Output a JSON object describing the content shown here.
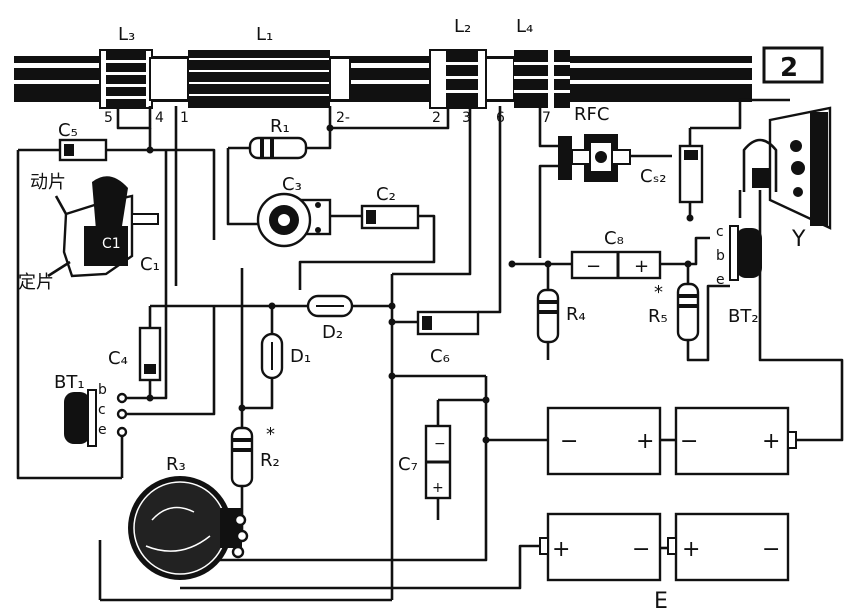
{
  "figure_number": "2",
  "coils": {
    "L3": "L₃",
    "L1": "L₁",
    "L2": "L₂",
    "L4": "L₄"
  },
  "terminals": {
    "t5": "5",
    "t4": "4",
    "t1": "1",
    "t2a": "2-",
    "t2b": "2",
    "t3": "3",
    "t6": "6",
    "t7": "7"
  },
  "components": {
    "C5": "C₅",
    "R1": "R₁",
    "C3": "C₃",
    "C2": "C₂",
    "RFC": "RFC",
    "CS2": "Cₛ₂",
    "C1": "C₁",
    "C8": "C₈",
    "R4": "R₄",
    "R5": "R₅",
    "R5_mark": "*",
    "BT2": "BT₂",
    "Y": "Y",
    "C4": "C₄",
    "D2": "D₂",
    "D1": "D₁",
    "C6": "C₆",
    "BT1": "BT₁",
    "R2": "R₂",
    "R2_mark": "*",
    "R3": "R₃",
    "C7": "C₇",
    "E": "E"
  },
  "capacitor_parts": {
    "moving_plates": "动片",
    "fixed_plates": "定片"
  },
  "bt1_pins": {
    "b": "b",
    "c": "c",
    "e": "e"
  },
  "bt2_pins": {
    "c": "c",
    "b": "b",
    "e": "e"
  },
  "polarity": {
    "minus": "−",
    "plus": "+"
  }
}
